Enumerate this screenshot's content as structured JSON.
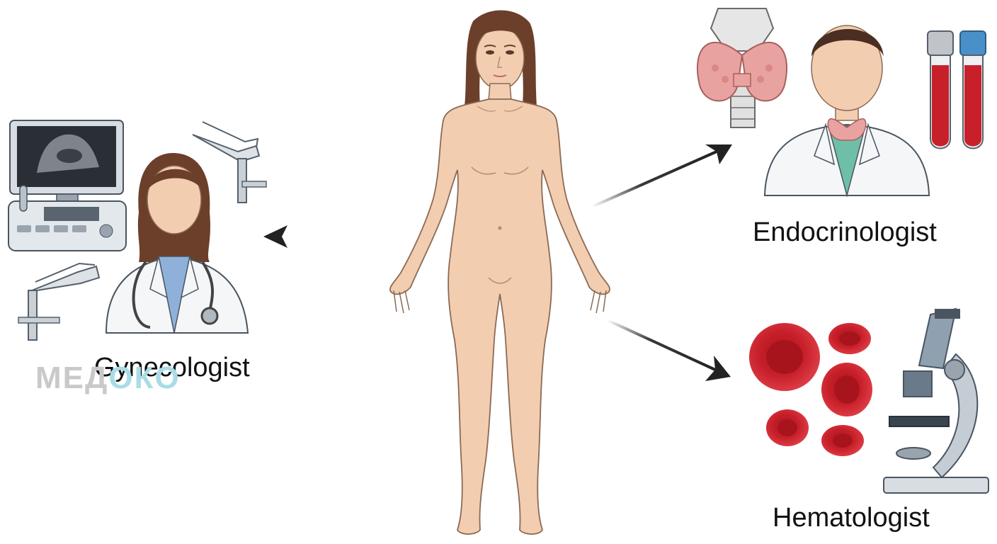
{
  "labels": {
    "gynecologist": "Gynecologist",
    "endocrinologist": "Endocrinologist",
    "hematologist": "Hematologist"
  },
  "watermark": {
    "part_a": "МЕД",
    "part_b": "ОКО"
  },
  "colors": {
    "skin": "#f3cdb0",
    "skin_outline": "#8a6a55",
    "hair": "#6b3f2a",
    "coat": "#f4f6f8",
    "blood": "#c8202a",
    "thyroid": "#e8a2a0",
    "arrow": "#222222",
    "watermark_gray": "#c9c9c9",
    "watermark_teal": "#a9dce6"
  },
  "icons": [
    "ultrasound-machine-icon",
    "speculum-icon",
    "stethoscope-icon",
    "thyroid-gland-icon",
    "blood-tube-icon",
    "red-blood-cell-icon",
    "microscope-icon",
    "arrow-icon"
  ]
}
